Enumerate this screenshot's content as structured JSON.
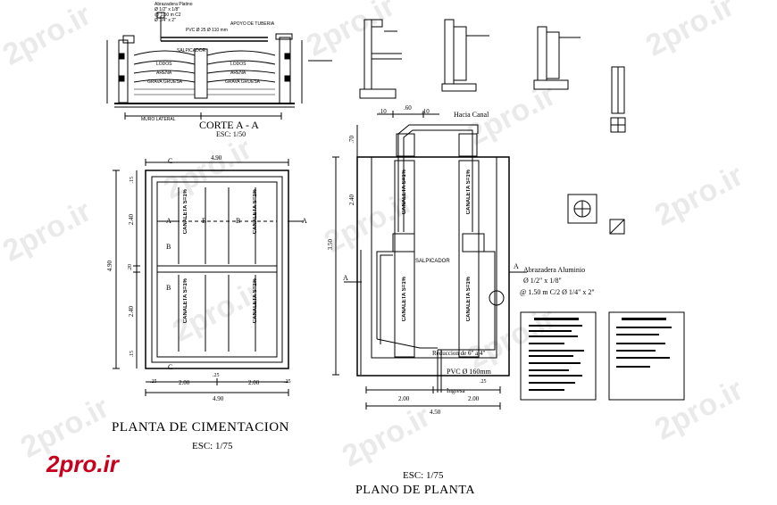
{
  "brand": {
    "logo": "2pro.ir",
    "watermark": "2pro.ir",
    "accent": "#c8001e"
  },
  "corte": {
    "title": "CORTE  A - A",
    "scale": "ESC: 1/50",
    "labels": {
      "abrazadera": "Abrazadera Platino",
      "abrazadera_2": "Ø 1/2\" x 1/8\"",
      "abrazadera_3": "@ 1.50 m C2",
      "abrazadera_4": "Ø 1/4\" x 2\"",
      "pvc": "PVC Ø 25 Ø 110 mm",
      "apoyo": "APOYO DE TUBERIA",
      "salpicador": "SALPICADOR",
      "lodos_left": "LODOS",
      "lodos_right": "LODOS",
      "arena_left": "ARENA",
      "arena_right": "ARENA",
      "grava_left": "GRAVA GRUESA",
      "grava_right": "GRAVA GRUESA",
      "muro": "MURO LATERAL"
    }
  },
  "cimentacion": {
    "title": "PLANTA DE CIMENTACION",
    "scale": "ESC: 1/75",
    "dims": {
      "top": "4.90",
      "bottom": "4.90",
      "bottom_left": "2.00",
      "bottom_right": "2.00",
      "edge_l": ".25",
      "edge_m": ".25",
      "edge_r": ".25",
      "left_total": "4.90",
      "left_top": "2.40",
      "left_mid": ".20",
      "left_bot": "2.40",
      "small_top": ".15",
      "small_bot": ".15"
    },
    "section_marks": [
      "C",
      "C",
      "A",
      "A",
      "B",
      "B",
      "B",
      "B"
    ],
    "channels": [
      "CANALETA S=1%",
      "CANALETA S=1%",
      "CANALETA S=1%",
      "CANALETA S=1%"
    ]
  },
  "planta": {
    "title": "PLANO DE PLANTA",
    "scale": "ESC: 1/75",
    "dims": {
      "top_left": ".10",
      "top_mid": ".60",
      "top_right": ".10",
      "left_70": ".70",
      "left_240": "2.40",
      "left_total": "3.50",
      "bottom_left": "2.00",
      "bottom_right": "2.00",
      "bottom_total": "4.50",
      "edge": ".25"
    },
    "labels": {
      "hacia_canal": "Hacia Canal",
      "salpicador": "SALPICADOR",
      "reduccion": "Reduccion de 6\" a 4\"",
      "pvc": "PVC Ø 160mm",
      "ingresa": "Ingresa",
      "abrazadera": "Abrazadera Aluminio",
      "abrazadera_2": "Ø 1/2\" x 1/8\"",
      "abrazadera_3": "@ 1.50 m C/2 Ø 1/4\" x 2\"",
      "mark_a": "A"
    },
    "channels": [
      "CANALETA S=1%",
      "CANALETA S=1%",
      "CANALETA S=1%",
      "CANALETA S=1%"
    ]
  }
}
